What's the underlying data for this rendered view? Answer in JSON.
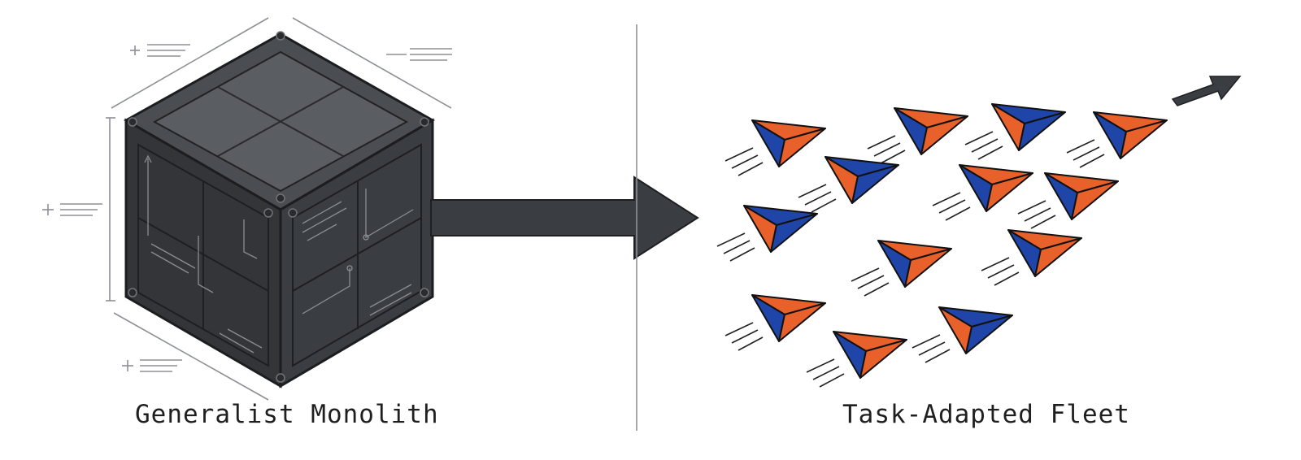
{
  "left_panel": {
    "caption": "Generalist Monolith",
    "object": "cube-block"
  },
  "right_panel": {
    "caption": "Task-Adapted Fleet",
    "object": "tetrahedron-fleet"
  },
  "colors": {
    "cube_dark": "#2f3134",
    "cube_top": "#4a4d52",
    "cube_face": "#3a3d41",
    "arrow": "#3a3d41",
    "fleet_blue": "#1f45a8",
    "fleet_orange": "#e8612a",
    "line": "#9a9da2"
  },
  "icons": [
    "transform-arrow-icon",
    "direction-arrow-icon",
    "motion-line-icon"
  ]
}
